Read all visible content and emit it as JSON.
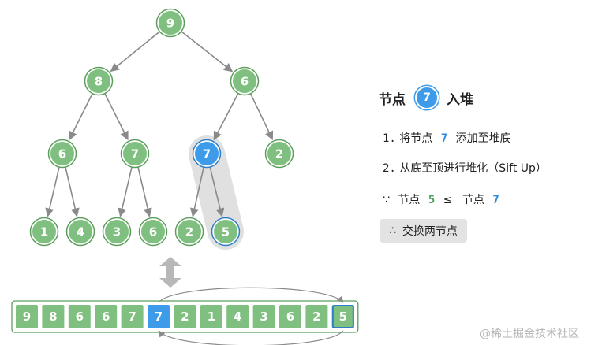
{
  "tree": {
    "nodes": [
      {
        "id": 0,
        "value": "9",
        "state": "normal"
      },
      {
        "id": 1,
        "value": "8",
        "state": "normal"
      },
      {
        "id": 2,
        "value": "6",
        "state": "normal"
      },
      {
        "id": 3,
        "value": "6",
        "state": "normal"
      },
      {
        "id": 4,
        "value": "7",
        "state": "normal"
      },
      {
        "id": 5,
        "value": "7",
        "state": "active"
      },
      {
        "id": 6,
        "value": "2",
        "state": "normal"
      },
      {
        "id": 7,
        "value": "1",
        "state": "normal"
      },
      {
        "id": 8,
        "value": "4",
        "state": "normal"
      },
      {
        "id": 9,
        "value": "3",
        "state": "normal"
      },
      {
        "id": 10,
        "value": "6",
        "state": "normal"
      },
      {
        "id": 11,
        "value": "2",
        "state": "normal"
      },
      {
        "id": 12,
        "value": "5",
        "state": "new"
      }
    ]
  },
  "array": {
    "cells": [
      {
        "value": "9",
        "state": "normal"
      },
      {
        "value": "8",
        "state": "normal"
      },
      {
        "value": "6",
        "state": "normal"
      },
      {
        "value": "6",
        "state": "normal"
      },
      {
        "value": "7",
        "state": "normal"
      },
      {
        "value": "7",
        "state": "active"
      },
      {
        "value": "2",
        "state": "normal"
      },
      {
        "value": "1",
        "state": "normal"
      },
      {
        "value": "4",
        "state": "normal"
      },
      {
        "value": "3",
        "state": "normal"
      },
      {
        "value": "6",
        "state": "normal"
      },
      {
        "value": "2",
        "state": "normal"
      },
      {
        "value": "5",
        "state": "new"
      }
    ]
  },
  "panel": {
    "title_prefix": "节点",
    "title_node": "7",
    "title_suffix": "入堆",
    "step1_num": "1.",
    "step1_text": "将节点",
    "step1_value": "7",
    "step1_suffix": "添加至堆底",
    "step2_num": "2.",
    "step2_text": "从底至顶进行堆化（Sift Up）",
    "because_symbol": "∵",
    "because_left_label": "节点",
    "because_left_value": "5",
    "because_op": "≤",
    "because_right_label": "节点",
    "because_right_value": "7",
    "therefore_symbol": "∴",
    "therefore_text": "交换两节点"
  },
  "watermark": "@稀土掘金技术社区",
  "colors": {
    "green_fill": "#7fbf7f",
    "green_stroke": "#5a9e5a",
    "blue_fill": "#3d9be9",
    "blue_stroke": "#2a7fc8",
    "edge": "#8a8a8a",
    "highlight": "#e0e0e0"
  }
}
